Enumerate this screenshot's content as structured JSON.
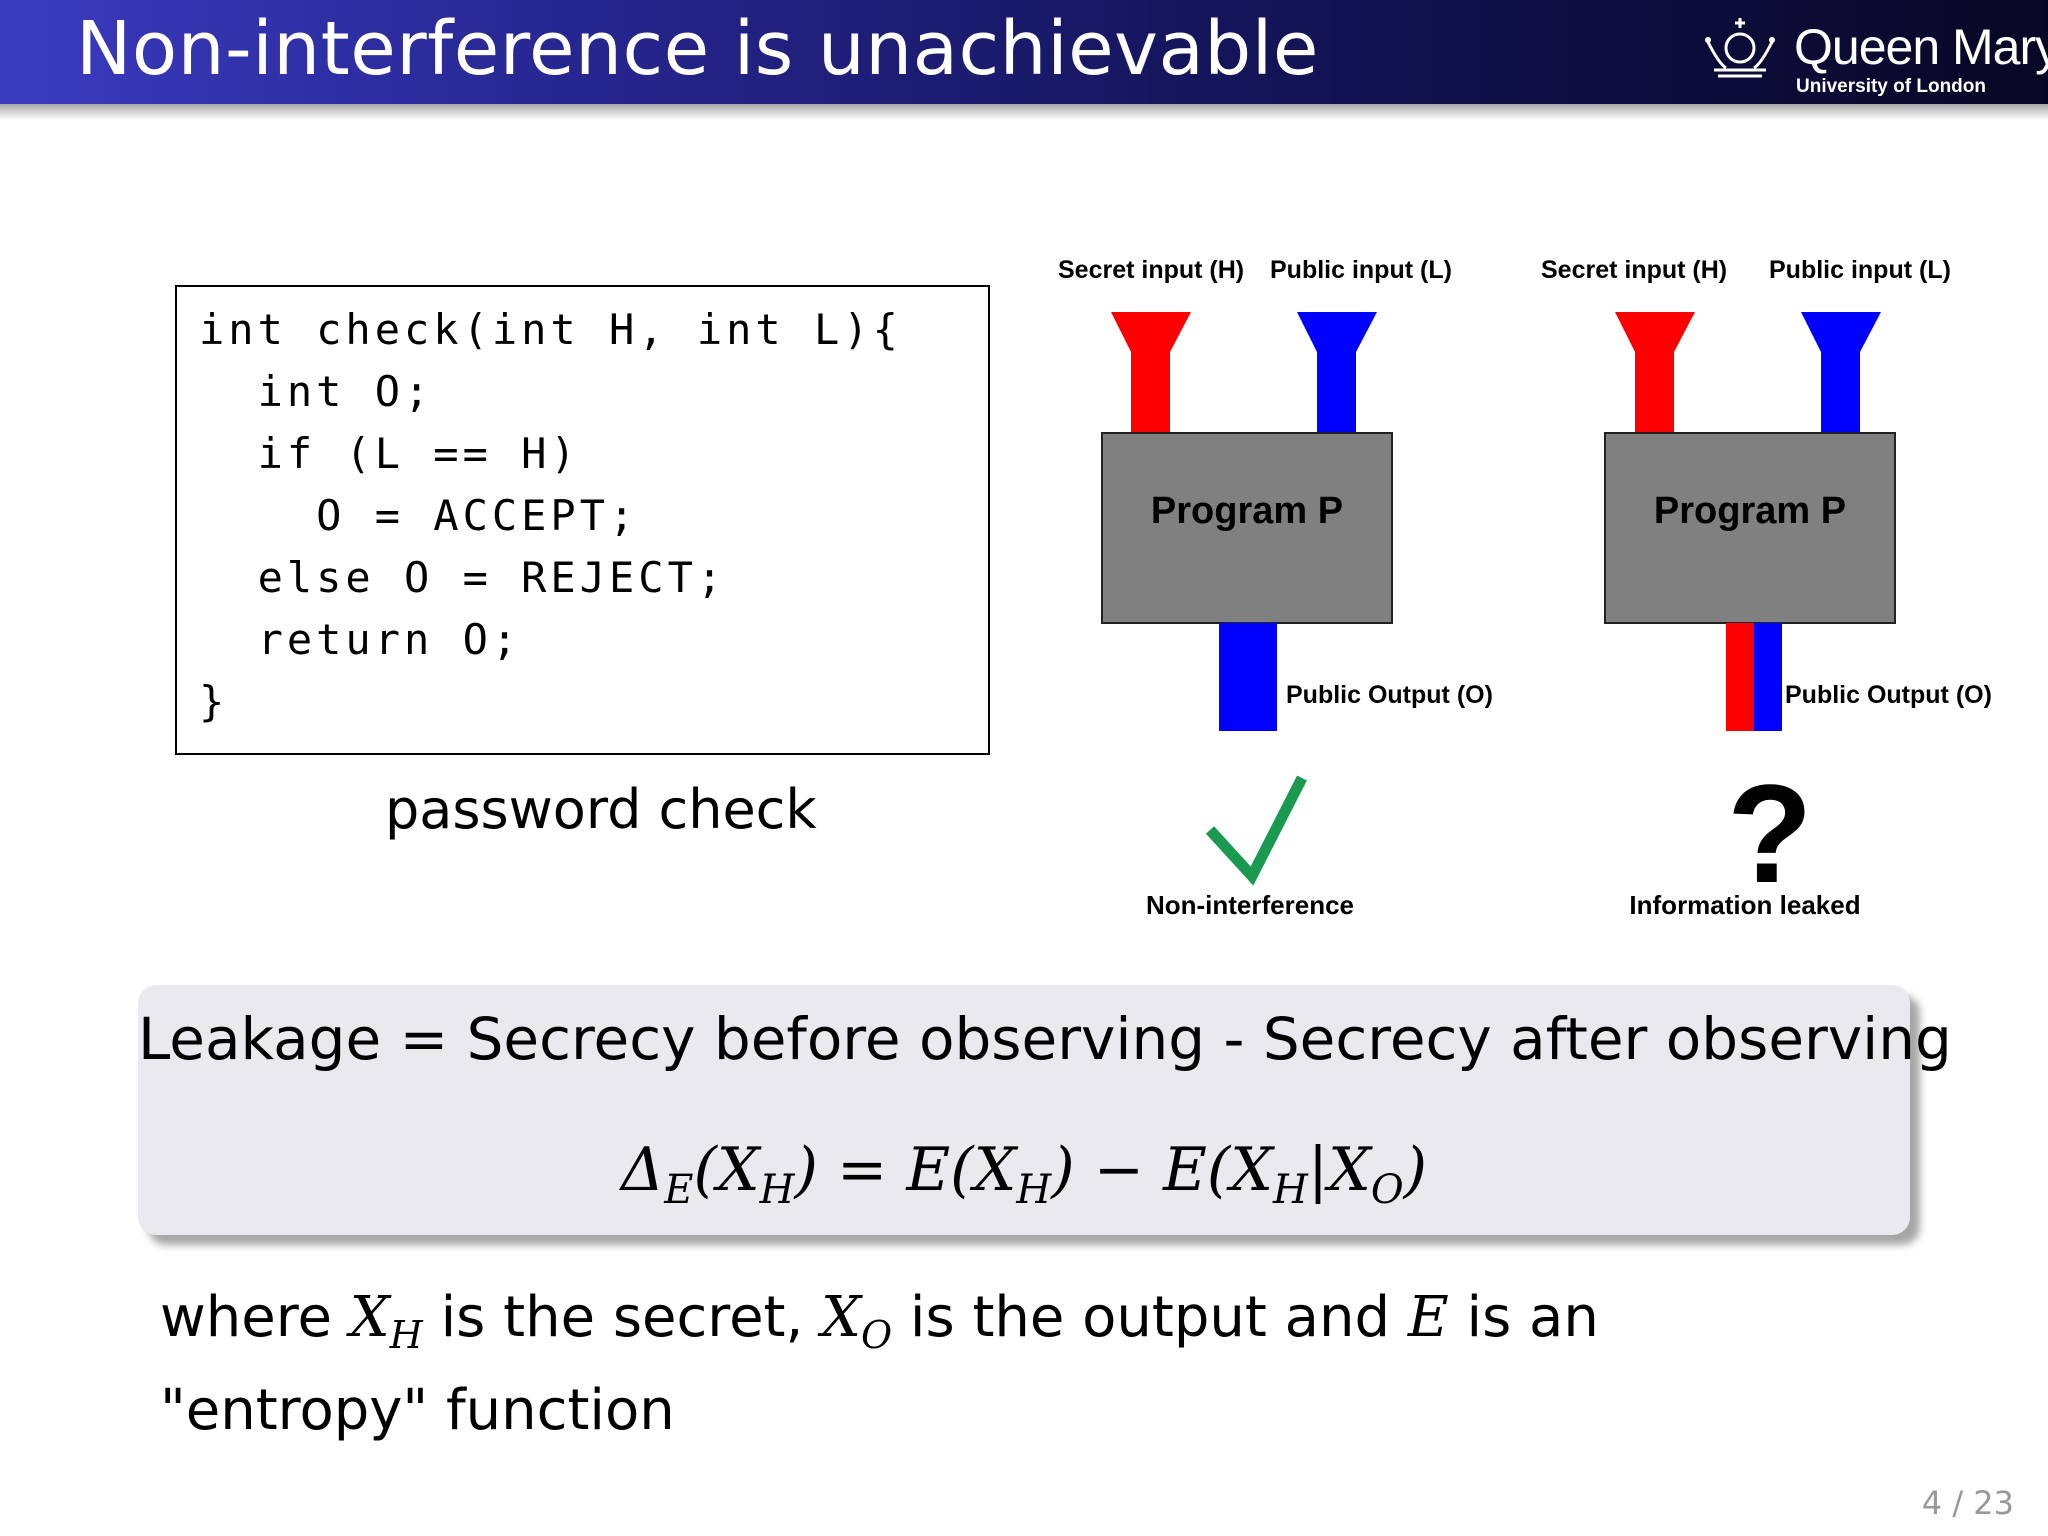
{
  "header": {
    "title": "Non-interference is unachievable",
    "logo_name": "Queen Mary",
    "logo_sub": "University of London"
  },
  "code": {
    "lines": [
      "int check(int H, int L){",
      "  int O;",
      "  if (L == H)",
      "    O = ACCEPT;",
      "  else O = REJECT;",
      "  return O;",
      "}"
    ],
    "caption": "password check"
  },
  "diagrams": [
    {
      "secret_label": "Secret input (H)",
      "public_label": "Public input (L)",
      "program_label": "Program P",
      "output_label": "Public Output (O)",
      "result_label": "Non-interference",
      "result_icon": "checkmark-icon"
    },
    {
      "secret_label": "Secret input (H)",
      "public_label": "Public input (L)",
      "program_label": "Program P",
      "output_label": "Public Output (O)",
      "result_label": "Information leaked",
      "result_icon": "question-mark-icon",
      "result_symbol": "?"
    }
  ],
  "formula": {
    "definition": "Leakage = Secrecy before observing - Secrecy after observing",
    "equation": {
      "delta": "Δ",
      "delta_sub": "E",
      "x": "X",
      "sub_h": "H",
      "sub_o": "O",
      "e": "E",
      "eq": "=",
      "minus": "−",
      "bar": "|",
      "lp": "(",
      "rp": ")"
    }
  },
  "footer_text": {
    "where": "where ",
    "x": "X",
    "h": "H",
    "is_secret": " is the secret, ",
    "o": "O",
    "is_output": " is the output and ",
    "e": "E",
    "is_entropy": " is an \"entropy\" function"
  },
  "page": "4 / 23",
  "colors": {
    "secret": "#ff0000",
    "public": "#0000ff",
    "program_box": "#808080",
    "check": "#1a9a50",
    "header_start": "#3b3bc0",
    "header_end": "#070725",
    "formula_box": "#e9e9ee"
  }
}
